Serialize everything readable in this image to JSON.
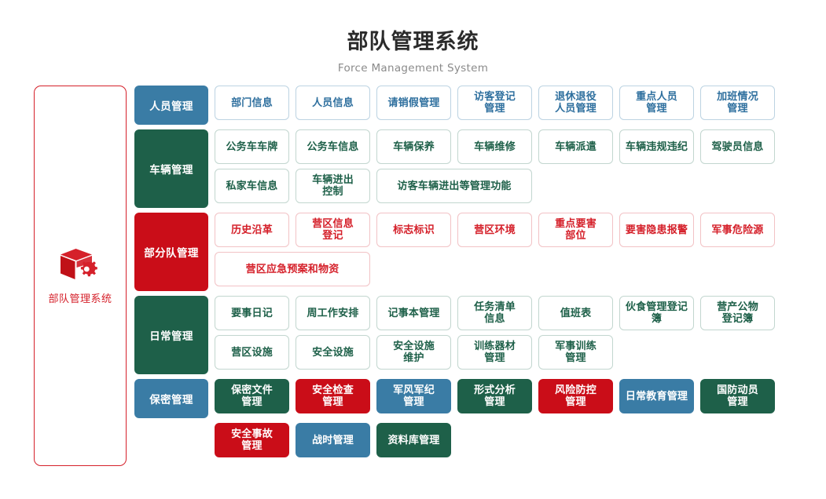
{
  "header": {
    "title_cn": "部队管理系统",
    "title_en": "Force Management System"
  },
  "colors": {
    "blue": "#3a7ca5",
    "green": "#1e6049",
    "red": "#ca0d18",
    "brand_red": "#d5202a",
    "outline_blue": "#bcd3e2",
    "outline_green": "#c2d6cf",
    "outline_red": "#f2c2c5",
    "title_text": "#2b2b2b",
    "subtitle_text": "#8a8a8a"
  },
  "sidebar": {
    "icon": "box-gear-icon",
    "label": "部队管理系统"
  },
  "groups": [
    {
      "label": "人员管理",
      "label_style": "lbl-blue",
      "tile_style": "o-blue",
      "height": 50,
      "items": [
        {
          "label": "部门信息"
        },
        {
          "label": "人员信息"
        },
        {
          "label": "请销假管理"
        },
        {
          "label": "访客登记\n管理"
        },
        {
          "label": "退休退役\n人员管理"
        },
        {
          "label": "重点人员\n管理"
        },
        {
          "label": "加班情况\n管理"
        }
      ]
    },
    {
      "label": "车辆管理",
      "label_style": "lbl-green",
      "tile_style": "o-green",
      "height": 100,
      "items": [
        {
          "label": "公务车车牌"
        },
        {
          "label": "公务车信息"
        },
        {
          "label": "车辆保养"
        },
        {
          "label": "车辆维修"
        },
        {
          "label": "车辆派遣"
        },
        {
          "label": "车辆违规违纪"
        },
        {
          "label": "驾驶员信息"
        },
        {
          "label": "私家车信息"
        },
        {
          "label": "车辆进出\n控制"
        },
        {
          "label": "访客车辆进出等管理功能",
          "wide": true
        }
      ]
    },
    {
      "label": "部分队管理",
      "label_style": "lbl-red",
      "tile_style": "o-red",
      "height": 100,
      "items": [
        {
          "label": "历史沿革"
        },
        {
          "label": "营区信息\n登记"
        },
        {
          "label": "标志标识"
        },
        {
          "label": "营区环境"
        },
        {
          "label": "重点要害\n部位"
        },
        {
          "label": "要害隐患报警"
        },
        {
          "label": "军事危险源"
        },
        {
          "label": "营区应急预案和物资",
          "wide": true
        }
      ]
    },
    {
      "label": "日常管理",
      "label_style": "lbl-green",
      "tile_style": "o-green",
      "height": 100,
      "items": [
        {
          "label": "要事日记"
        },
        {
          "label": "周工作安排"
        },
        {
          "label": "记事本管理"
        },
        {
          "label": "任务清单\n信息"
        },
        {
          "label": "值班表"
        },
        {
          "label": "伙食管理登记簿"
        },
        {
          "label": "营产公物\n登记簿"
        },
        {
          "label": "营区设施"
        },
        {
          "label": "安全设施"
        },
        {
          "label": "安全设施\n维护"
        },
        {
          "label": "训练器材\n管理"
        },
        {
          "label": "军事训练\n管理"
        }
      ]
    },
    {
      "label": "保密管理",
      "label_style": "lbl-blue",
      "tile_style": "s-blue",
      "height": 50,
      "items": [
        {
          "label": "保密文件\n管理",
          "style": "s-green"
        },
        {
          "label": "安全检查\n管理",
          "style": "s-red"
        },
        {
          "label": "军风军纪\n管理",
          "style": "s-blue"
        },
        {
          "label": "形式分析\n管理",
          "style": "s-green"
        },
        {
          "label": "风险防控\n管理",
          "style": "s-red"
        },
        {
          "label": "日常教育管理",
          "style": "s-blue"
        },
        {
          "label": "国防动员\n管理",
          "style": "s-green"
        }
      ]
    },
    {
      "label": "",
      "label_style": "lbl-none",
      "tile_style": "s-red",
      "height": 50,
      "items": [
        {
          "label": "安全事故\n管理",
          "style": "s-red"
        },
        {
          "label": "战时管理",
          "style": "s-blue"
        },
        {
          "label": "资料库管理",
          "style": "s-green"
        }
      ]
    }
  ]
}
